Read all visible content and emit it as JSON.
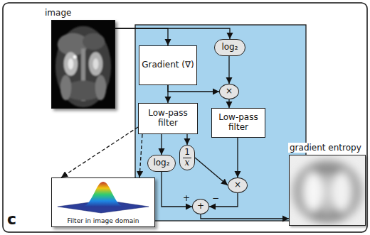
{
  "diagram": {
    "nodes": [
      {
        "text": [
          "image"
        ]
      },
      {
        "text": [
          "Gradient (∇)"
        ]
      },
      {
        "text": [
          "log₂"
        ]
      },
      {
        "text": [
          "×"
        ]
      },
      {
        "text": [
          "Low-pass filter"
        ]
      },
      {
        "text": [
          "Low-pass filter"
        ]
      },
      {
        "text": [
          "1",
          "x"
        ]
      },
      {
        "text": [
          "log₂"
        ]
      },
      {
        "text": [
          "×"
        ]
      },
      {
        "text": [
          "+"
        ]
      },
      {
        "text": [
          "gradient entropy"
        ]
      },
      {
        "text": [
          "Filter in image domain"
        ]
      }
    ],
    "edges": [
      {
        "from": 0,
        "to": 1,
        "arrow": "to"
      },
      {
        "from": 0,
        "to": 2,
        "arrow": "to"
      },
      {
        "from": 1,
        "to": 4,
        "arrow": "to"
      },
      {
        "from": 1,
        "to": 3,
        "arrow": "to"
      },
      {
        "from": 2,
        "to": 3,
        "arrow": "to"
      },
      {
        "from": 3,
        "to": 5,
        "arrow": "to"
      },
      {
        "from": 4,
        "to": 7,
        "arrow": "to"
      },
      {
        "from": 4,
        "to": 6,
        "arrow": "to"
      },
      {
        "from": 5,
        "to": 8,
        "arrow": "to"
      },
      {
        "from": 6,
        "to": 8,
        "arrow": "to"
      },
      {
        "from": 7,
        "to": 9,
        "arrow": "to"
      },
      {
        "from": 8,
        "to": 9,
        "arrow": "to"
      },
      {
        "from": 9,
        "to": 10,
        "arrow": "to"
      },
      {
        "from": 4,
        "to": 11,
        "arrow": "to"
      },
      {
        "from": 4,
        "to": 11,
        "arrow": "to"
      }
    ],
    "labels": [
      "c",
      "+",
      "−"
    ]
  }
}
